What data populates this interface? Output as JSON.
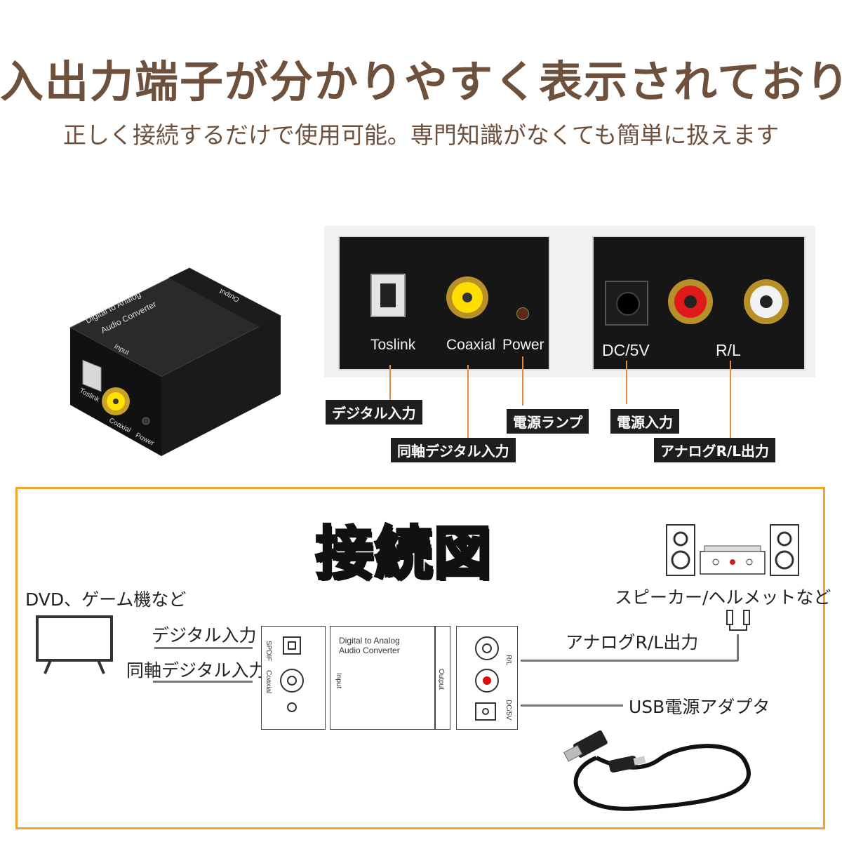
{
  "header": {
    "headline": "入出力端子が分かりやすく表示されており",
    "subline": "正しく接続するだけで使用可能。専門知識がなくても簡単に扱えます"
  },
  "device": {
    "top_line1": "Digital to Analog",
    "top_line2": "Audio Converter",
    "input_label": "Input",
    "output_label": "Output",
    "toslink": "Toslink",
    "coaxial": "Coaxial",
    "power": "Power"
  },
  "input_panel": {
    "toslink": "Toslink",
    "coaxial": "Coaxial",
    "power": "Power"
  },
  "output_panel": {
    "dc": "DC/5V",
    "rl": "R/L"
  },
  "callouts": {
    "digital_input": "デジタル入力",
    "coaxial_input": "同軸デジタル入力",
    "power_lamp": "電源ランプ",
    "power_input": "電源入力",
    "analog_output": "アナログR/L出力"
  },
  "diagram": {
    "title": "接続図",
    "source": "DVD、ゲーム機など",
    "digital_input": "デジタル入力",
    "coaxial_input": "同軸デジタル入力",
    "speakers": "スピーカー/ヘルメットなど",
    "analog_output": "アナログR/L出力",
    "usb_power": "USB電源アダプタ",
    "box_title1": "Digital to Analog",
    "box_title2": "Audio Converter",
    "spdif": "SPDIF",
    "coaxial": "Coaxial",
    "input": "Input",
    "output": "Output",
    "rl": "R/L",
    "dc": "DC/5V"
  },
  "colors": {
    "heading": "#6e513d",
    "accent_line": "#e28b3c",
    "frame": "#f2a52a",
    "title_fill": "#ffb347"
  }
}
